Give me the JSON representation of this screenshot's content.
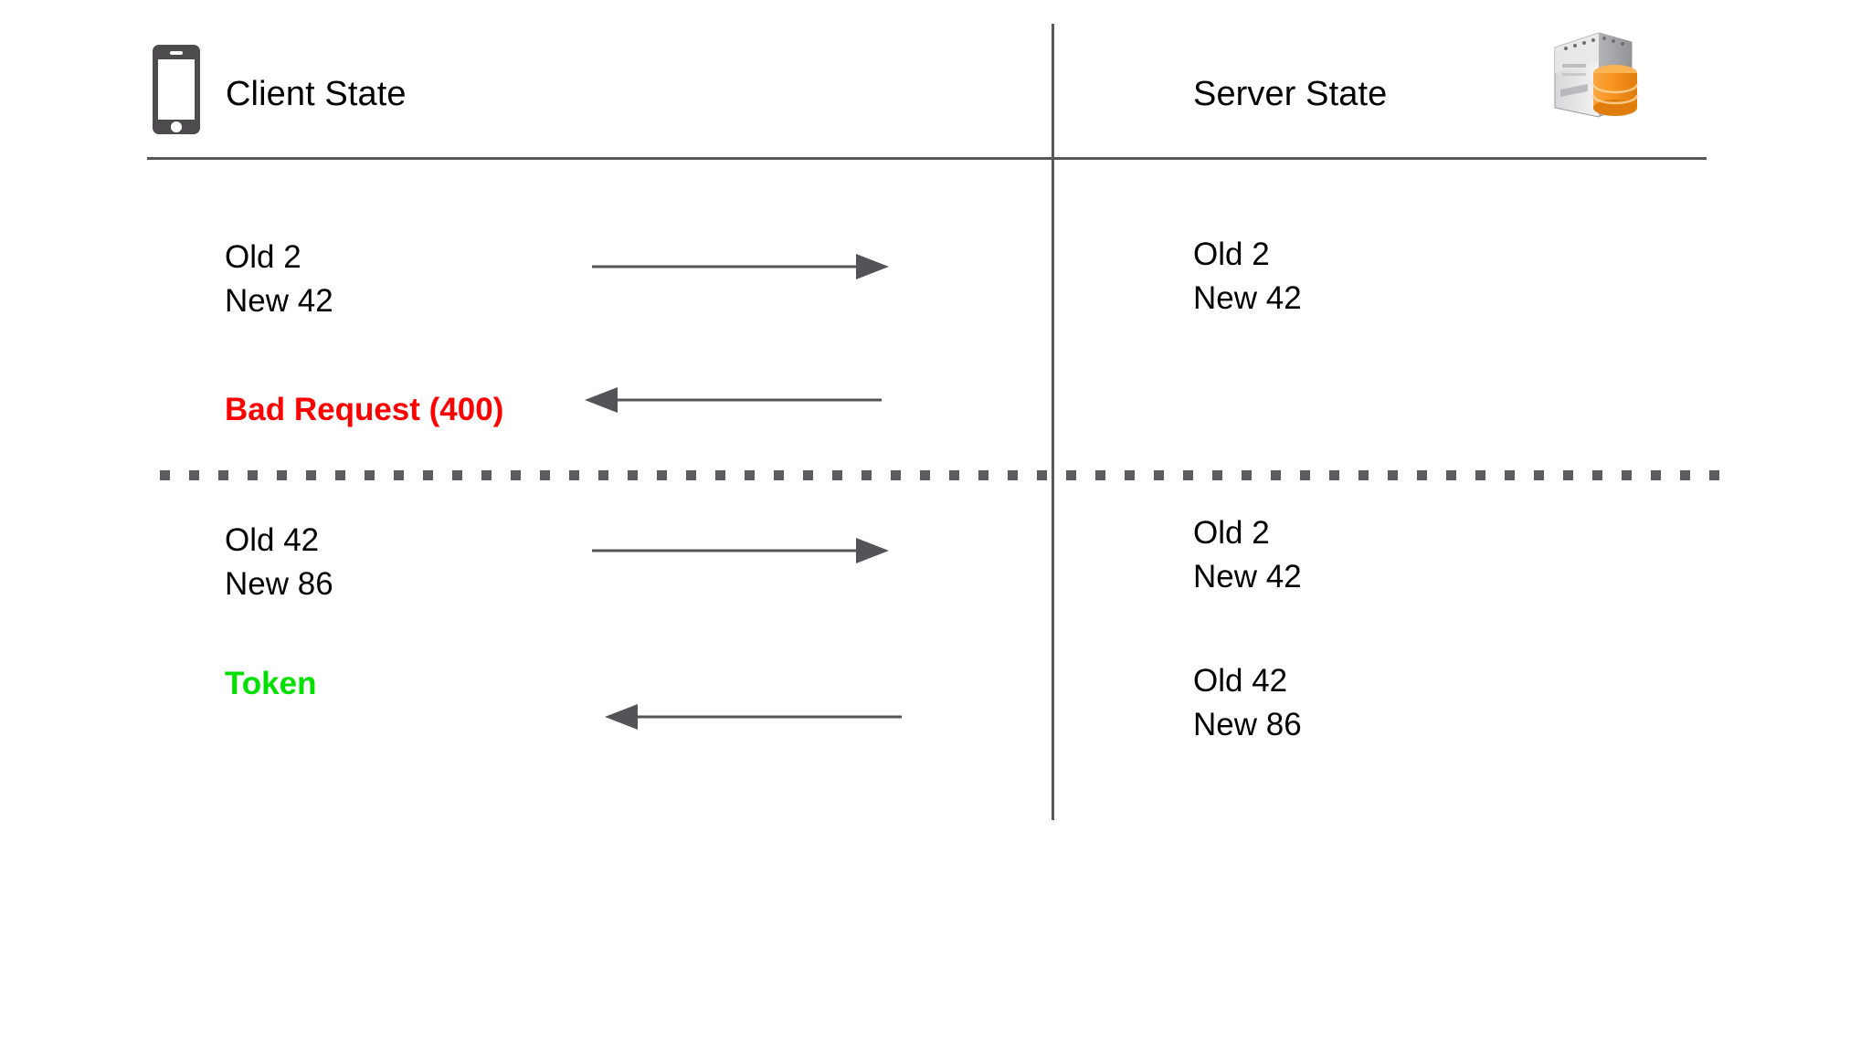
{
  "header": {
    "client": {
      "icon": "mobile-phone-icon",
      "label": "Client State"
    },
    "server": {
      "icon": "server-database-icon",
      "label": "Server State"
    }
  },
  "sections": [
    {
      "name": "failed-attempt",
      "client_state": {
        "old_label": "Old 2",
        "new_label": "New 42"
      },
      "server_state": {
        "old_label": "Old 2",
        "new_label": "New 42"
      },
      "request_arrow": "arrow-right",
      "response_arrow": "arrow-left",
      "response_message": "Bad Request (400)",
      "response_color": "#ff0000"
    },
    {
      "name": "successful-attempt",
      "client_state": {
        "old_label": "Old 42",
        "new_label": "New 86"
      },
      "server_state_before": {
        "old_label": "Old 2",
        "new_label": "New 42"
      },
      "server_state_after": {
        "old_label": "Old 42",
        "new_label": "New 86"
      },
      "request_arrow": "arrow-right",
      "response_arrow": "arrow-left",
      "response_message": "Token",
      "response_color": "#00e000"
    }
  ],
  "colors": {
    "line": "#59575b",
    "dotted_divider": "#5d5b5f",
    "arrow": "#545357",
    "error": "#ff0000",
    "success": "#00e000",
    "text": "#000000",
    "phone_body": "#4d4b4e",
    "server_body": "#c9c9cb",
    "database": "#f7941e"
  }
}
